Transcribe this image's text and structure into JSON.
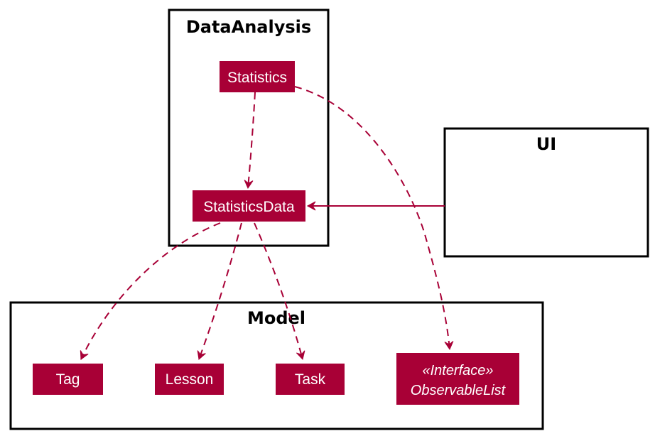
{
  "packages": {
    "data_analysis": "DataAnalysis",
    "ui": "UI",
    "model": "Model"
  },
  "classes": {
    "statistics": "Statistics",
    "statistics_data": "StatisticsData",
    "tag": "Tag",
    "lesson": "Lesson",
    "task": "Task",
    "observable_list_stereotype": "«Interface»",
    "observable_list": "ObservableList"
  },
  "colors": {
    "class_fill": "#A80036",
    "arrow": "#A80036",
    "package_border": "#000000"
  }
}
